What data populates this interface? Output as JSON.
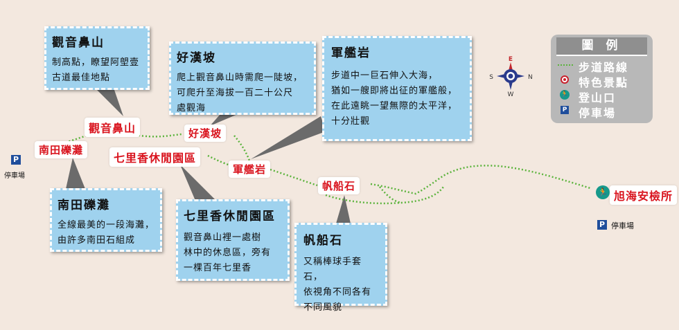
{
  "colors": {
    "background": "#f3e8df",
    "card": "#9fd2ee",
    "label_text": "#d9141e",
    "trail": "#5bb33c",
    "pointer": "#6b6b6b",
    "legend_bg": "#b8b8b8",
    "parking": "#1f4e9c",
    "trailhead": "#16998b"
  },
  "legend": {
    "title": "圖 例",
    "items": [
      {
        "icon": "dotted-trail-line",
        "label": "步道路線"
      },
      {
        "icon": "scenic-spot-icon",
        "label": "特色景點"
      },
      {
        "icon": "trailhead-icon",
        "label": "登山口"
      },
      {
        "icon": "parking-icon",
        "label": "停車場"
      }
    ]
  },
  "compass": {
    "n": "N",
    "s": "S",
    "e": "E",
    "w": "W"
  },
  "parking": {
    "symbol": "P",
    "label": "停車場"
  },
  "trailhead": {
    "symbol": "🏃"
  },
  "labels": {
    "nantian": "南田礫灘",
    "guanyin": "觀音鼻山",
    "haohan": "好漢坡",
    "qilixiang": "七里香休閒園區",
    "junjian": "軍艦岩",
    "fanchuan": "帆船石",
    "xuhai": "旭海安檢所"
  },
  "cards": {
    "guanyin": {
      "title": "觀音鼻山",
      "lines": [
        "制高點，瞭望阿塱壹",
        "古道最佳地點"
      ]
    },
    "haohan": {
      "title": "好漢坡",
      "lines": [
        "爬上觀音鼻山時需爬一陡坡，",
        "可爬升至海拔一百二十公尺",
        "處觀海"
      ]
    },
    "junjian": {
      "title": "軍艦岩",
      "lines": [
        "步道中一巨石伸入大海，",
        "猶如一艘即將出征的軍艦般，",
        "在此遠眺一望無際的太平洋，",
        "十分壯觀"
      ]
    },
    "nantian": {
      "title": "南田礫灘",
      "lines": [
        "全線最美的一段海灘，",
        "由許多南田石組成"
      ]
    },
    "qilixiang": {
      "title": "七里香休閒園區",
      "lines": [
        "觀音鼻山裡一處樹",
        "林中的休息區，旁有",
        "一棵百年七里香"
      ]
    },
    "fanchuan": {
      "title": "帆船石",
      "lines": [
        "又稱棒球手套石，",
        "依視角不同各有",
        "不同風貌"
      ]
    }
  }
}
